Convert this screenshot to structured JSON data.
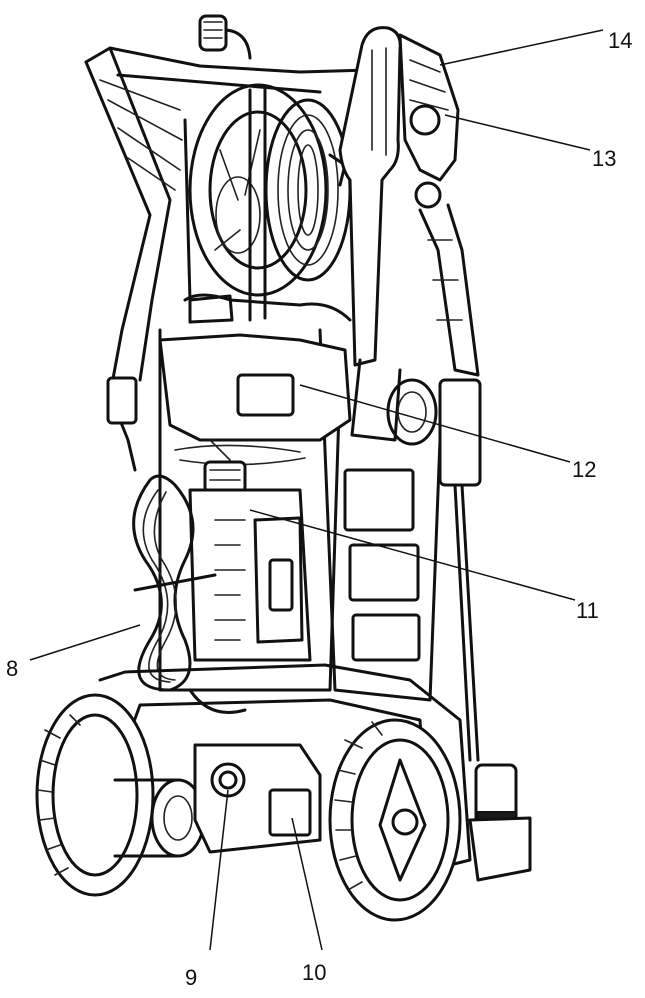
{
  "figure": {
    "callouts": [
      {
        "id": "c8",
        "text": "8"
      },
      {
        "id": "c9",
        "text": "9"
      },
      {
        "id": "c10",
        "text": "10"
      },
      {
        "id": "c11",
        "text": "11"
      },
      {
        "id": "c12",
        "text": "12"
      },
      {
        "id": "c13",
        "text": "13"
      },
      {
        "id": "c14",
        "text": "14"
      }
    ]
  }
}
